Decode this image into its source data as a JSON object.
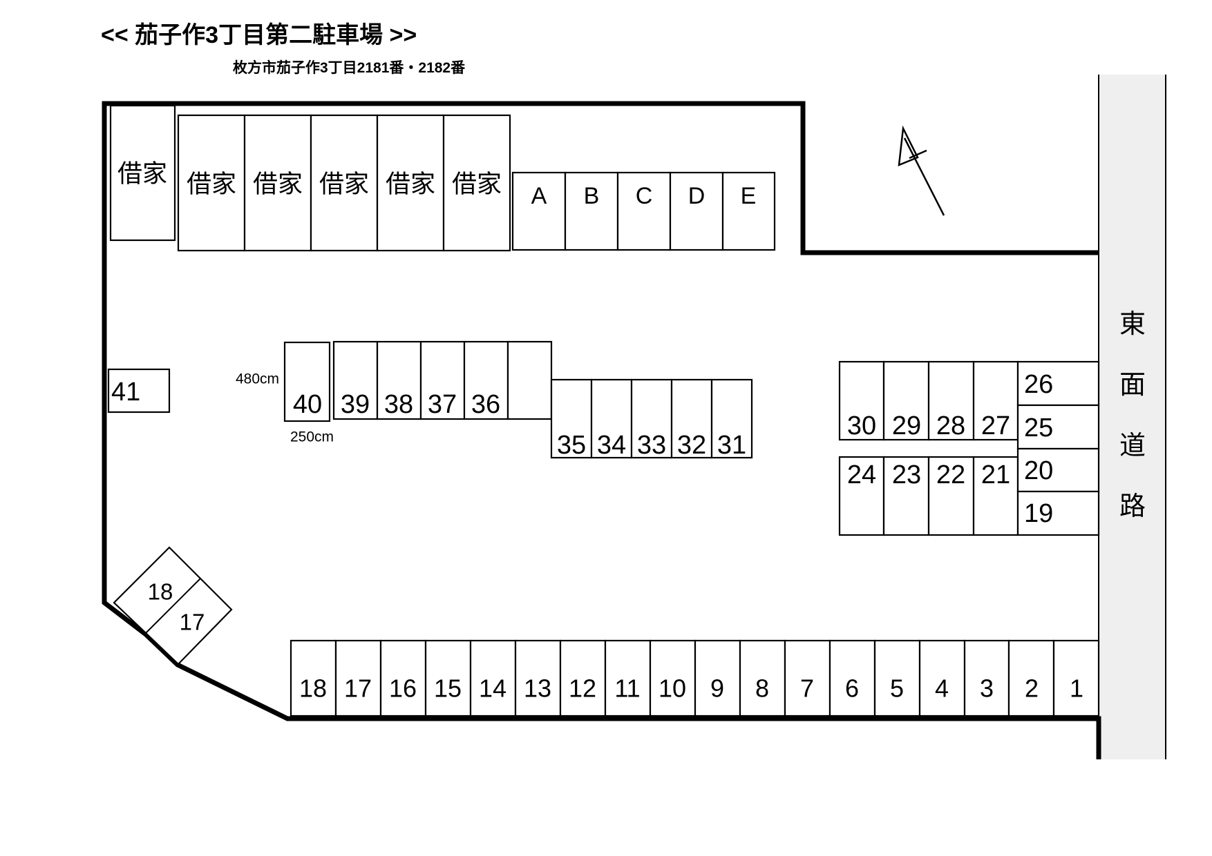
{
  "page": {
    "title": "<<  茄子作3丁目第二駐車場  >>",
    "subtitle": "枚方市茄子作3丁目2181番・2182番"
  },
  "colors": {
    "road_fill": "#efefef",
    "line": "#000000",
    "background": "#ffffff"
  },
  "road": {
    "name_chars": [
      "東",
      "面",
      "道",
      "路"
    ]
  },
  "dimensions": {
    "width_label": "480cm",
    "depth_label": "250cm"
  },
  "houses": {
    "large_label": "借家",
    "row_labels": [
      "借家",
      "借家",
      "借家",
      "借家",
      "借家"
    ]
  },
  "visitor_spaces": [
    "A",
    "B",
    "C",
    "D",
    "E"
  ],
  "spaces": {
    "s41": "41",
    "s40": "40",
    "row_39_36": [
      "39",
      "38",
      "37",
      "36"
    ],
    "row_35_31": [
      "35",
      "34",
      "33",
      "32",
      "31"
    ],
    "row_30_27": [
      "30",
      "29",
      "28",
      "27"
    ],
    "stack_26_25": [
      "26",
      "25"
    ],
    "row_24_21": [
      "24",
      "23",
      "22",
      "21"
    ],
    "stack_20_19": [
      "20",
      "19"
    ],
    "diamond": [
      "18",
      "17"
    ],
    "bottom_row": [
      "18",
      "17",
      "16",
      "15",
      "14",
      "13",
      "12",
      "11",
      "10",
      "9",
      "8",
      "7",
      "6",
      "5",
      "4",
      "3",
      "2",
      "1"
    ]
  }
}
